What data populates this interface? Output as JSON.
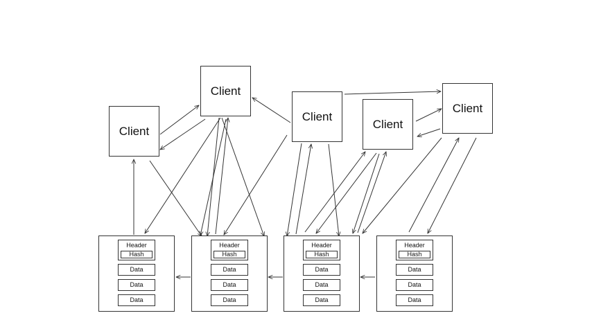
{
  "clients": [
    {
      "id": "c1",
      "label": "Client"
    },
    {
      "id": "c2",
      "label": "Client"
    },
    {
      "id": "c3",
      "label": "Client"
    },
    {
      "id": "c4",
      "label": "Client"
    },
    {
      "id": "c5",
      "label": "Client"
    }
  ],
  "blocks": [
    {
      "id": "b1",
      "header": "Header",
      "hash": "Hash",
      "data": [
        "Data",
        "Data",
        "Data"
      ]
    },
    {
      "id": "b2",
      "header": "Header",
      "hash": "Hash",
      "data": [
        "Data",
        "Data",
        "Data"
      ]
    },
    {
      "id": "b3",
      "header": "Header",
      "hash": "Hash",
      "data": [
        "Data",
        "Data",
        "Data"
      ]
    },
    {
      "id": "b4",
      "header": "Header",
      "hash": "Hash",
      "data": [
        "Data",
        "Data",
        "Data"
      ]
    }
  ],
  "style": {
    "line_color": "#333333",
    "background": "#ffffff"
  }
}
